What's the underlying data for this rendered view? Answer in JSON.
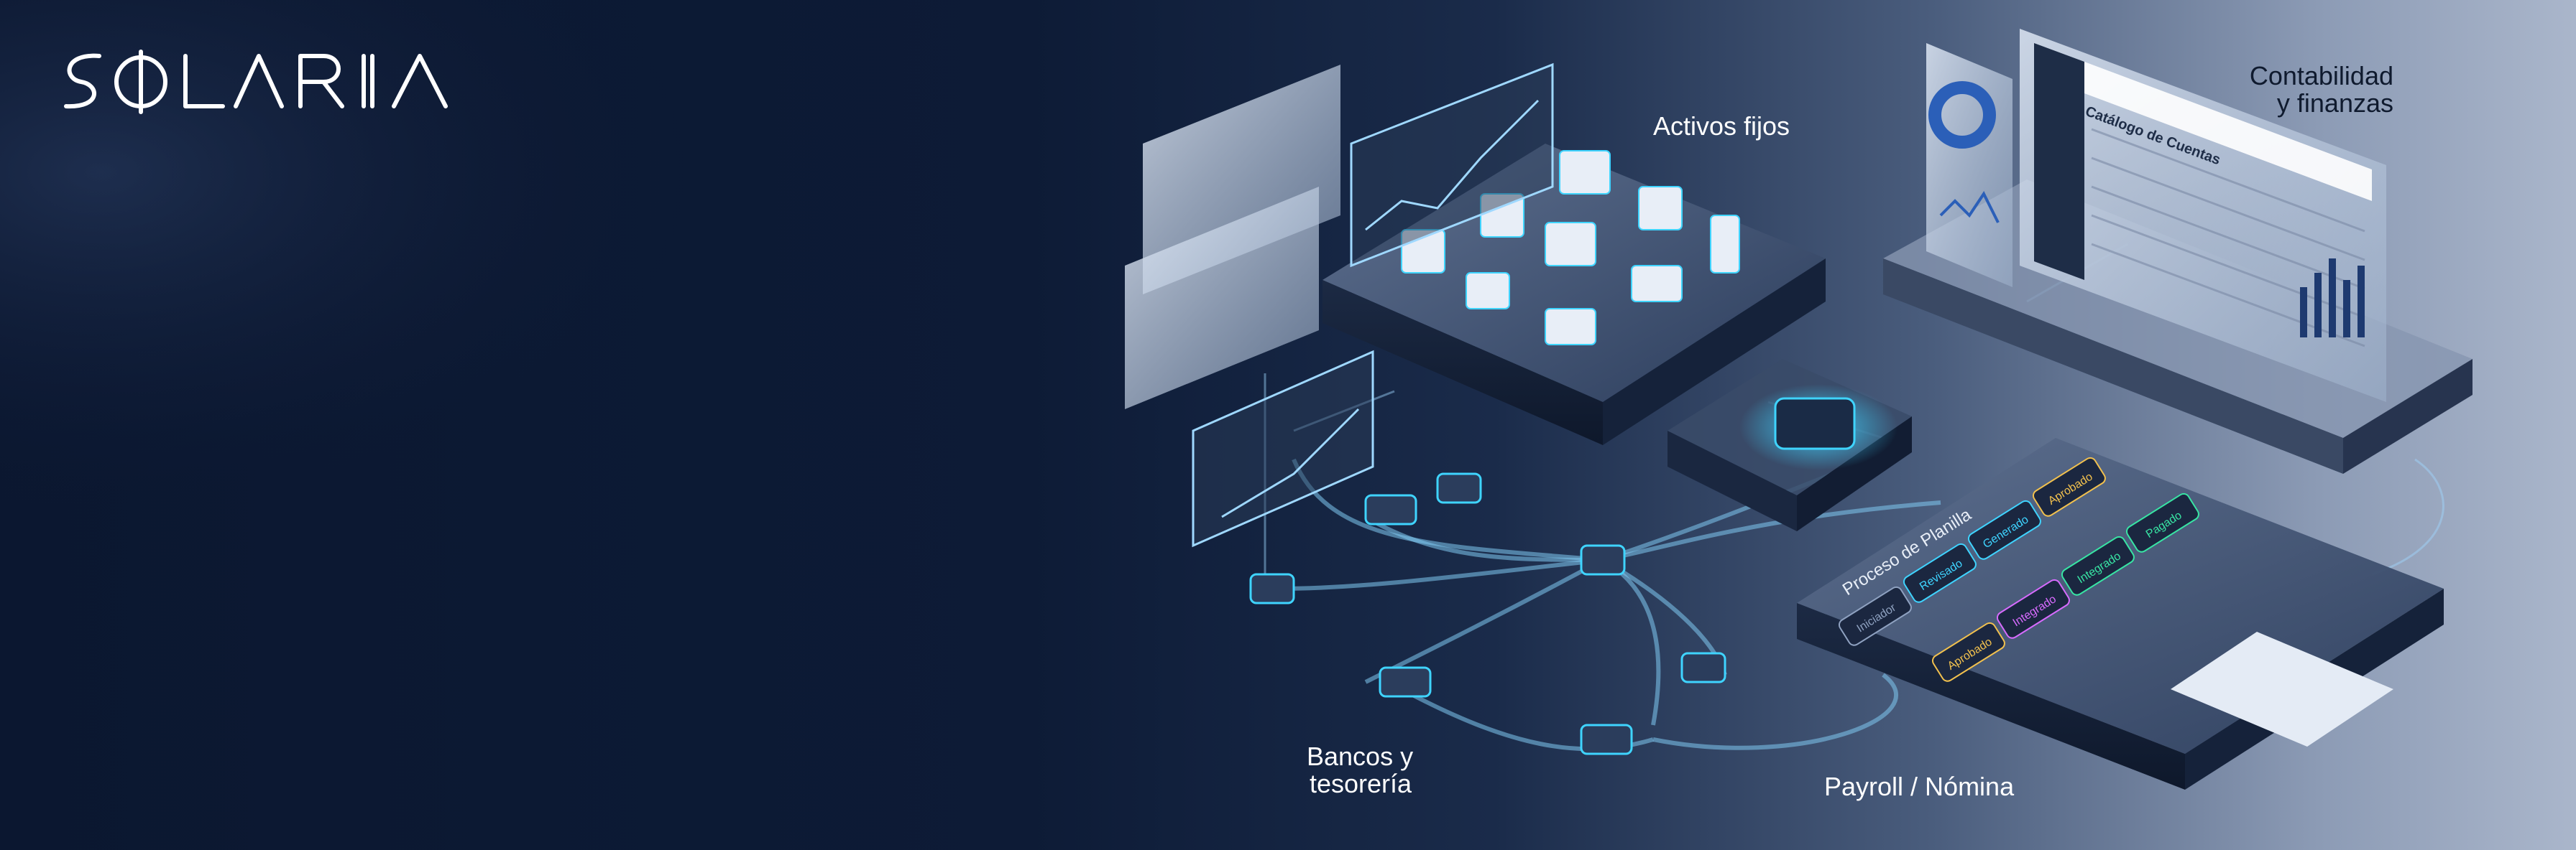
{
  "brand": {
    "logo_text": "SOLARIA",
    "colors": {
      "bg_dark": "#0b1730",
      "accent_cyan": "#3fd4ff",
      "text": "#ffffff",
      "text_dark": "#0f1a2e"
    }
  },
  "modules": {
    "activos_fijos": "Activos fijos",
    "contabilidad_line1": "Contabilidad",
    "contabilidad_line2": "y finanzas",
    "bancos_line1": "Bancos y",
    "bancos_line2": "tesorería",
    "payroll": "Payroll / Nómina"
  },
  "screens": {
    "catalogo_title": "Catálogo de Cuentas",
    "planilla_title": "Proceso de Planilla"
  },
  "payroll_steps": [
    {
      "label": "Iniciador",
      "color": "#8fa2c1"
    },
    {
      "label": "Revisado",
      "color": "#3fd4ff"
    },
    {
      "label": "Generado",
      "color": "#3fd4ff"
    },
    {
      "label": "Aprobado",
      "color": "#f2c14e"
    },
    {
      "label": "Aprobado",
      "color": "#f2c14e"
    },
    {
      "label": "Integrado",
      "color": "#d86bff"
    },
    {
      "label": "Integrado",
      "color": "#38e5a4"
    },
    {
      "label": "Pagado",
      "color": "#38e5a4"
    }
  ]
}
